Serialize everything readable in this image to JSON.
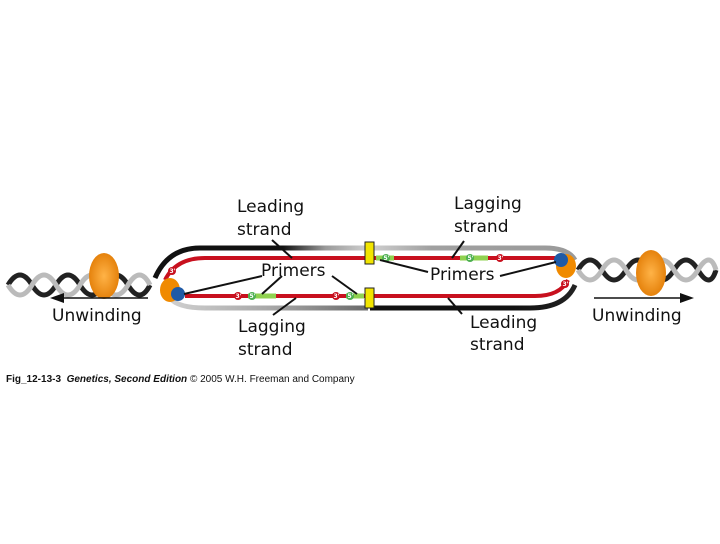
{
  "labels": {
    "leading_top_1": "Leading",
    "leading_top_2": "strand",
    "lagging_top_1": "Lagging",
    "lagging_top_2": "strand",
    "primers_left": "Primers",
    "primers_right": "Primers",
    "lagging_bottom_1": "Lagging",
    "lagging_bottom_2": "strand",
    "leading_bottom_1": "Leading",
    "leading_bottom_2": "strand",
    "unwinding_left": "Unwinding",
    "unwinding_right": "Unwinding"
  },
  "end_tags": {
    "three_prime": "3'",
    "five_prime": "5'"
  },
  "caption": {
    "fig_id": "Fig_12-13-3",
    "book": "Genetics, Second Edition",
    "rest": "© 2005 W.H. Freeman and Company"
  },
  "colors": {
    "parental_strand": "#111111",
    "parental_light": "#bdbdbd",
    "new_strand": "#c8101e",
    "primer": "#8fd14f",
    "helicase": "#f08a00",
    "polymerase": "#1f5aa6",
    "clamp": "#f2e500"
  }
}
